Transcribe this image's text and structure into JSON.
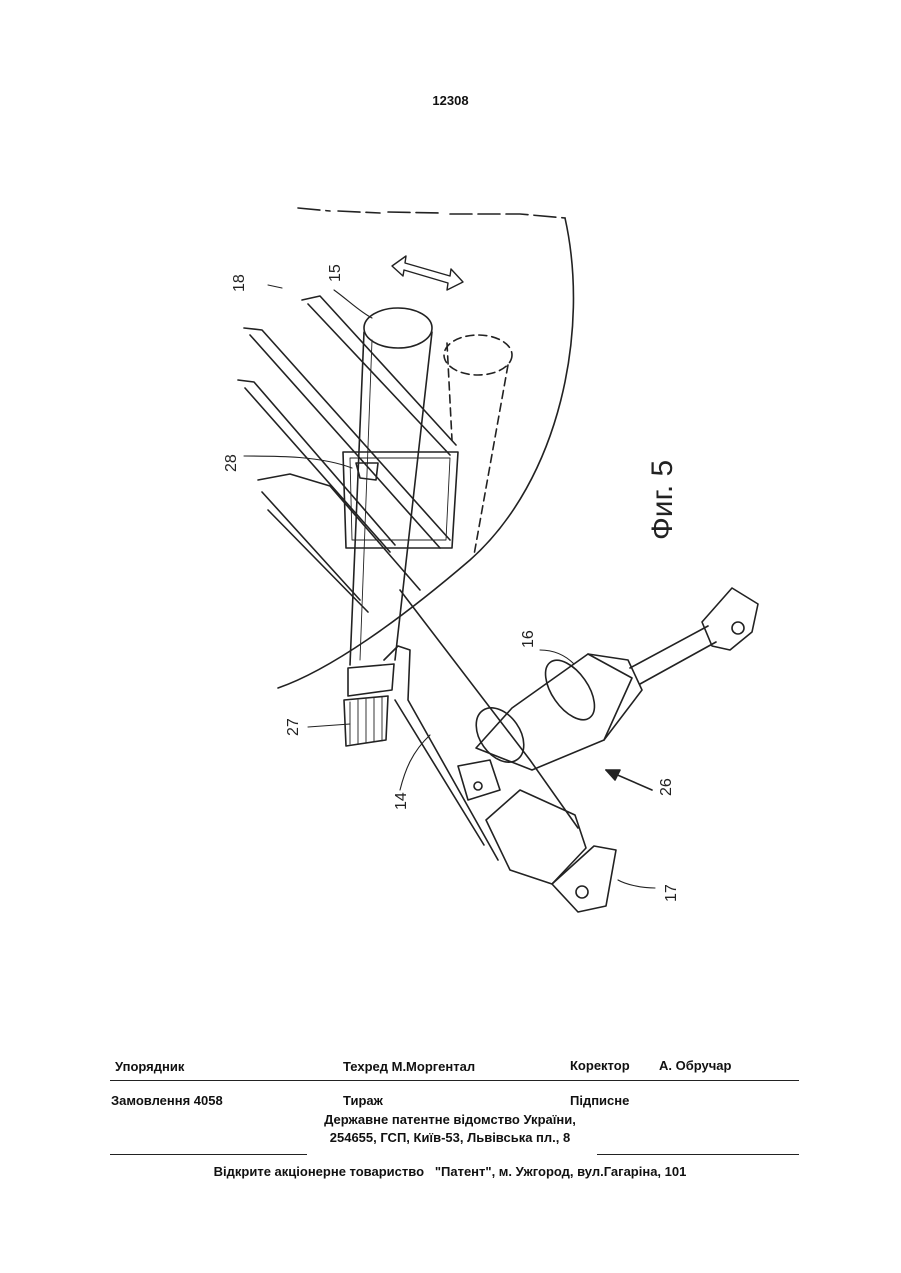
{
  "page_number": "12308",
  "figure": {
    "caption": "Фиг. 5",
    "labels": {
      "l15": "15",
      "l18": "18",
      "l28": "28",
      "l16": "16",
      "l27": "27",
      "l14": "14",
      "l26": "26",
      "l17": "17"
    }
  },
  "footer": {
    "compiler_label": "Упорядник",
    "techred": "Техред М.Моргентал",
    "corrector_label": "Коректор",
    "corrector_name": "А. Обручар",
    "order": "Замовлення 4058",
    "circulation": "Тираж",
    "signed": "Підписне",
    "office_line1": "Державне патентне відомство України,",
    "office_line2": "254655, ГСП, Київ-53, Львівська пл., 8",
    "publisher": "Відкрите акціонерне товариство   \"Патент\", м. Ужгород, вул.Гагаріна, 101"
  }
}
